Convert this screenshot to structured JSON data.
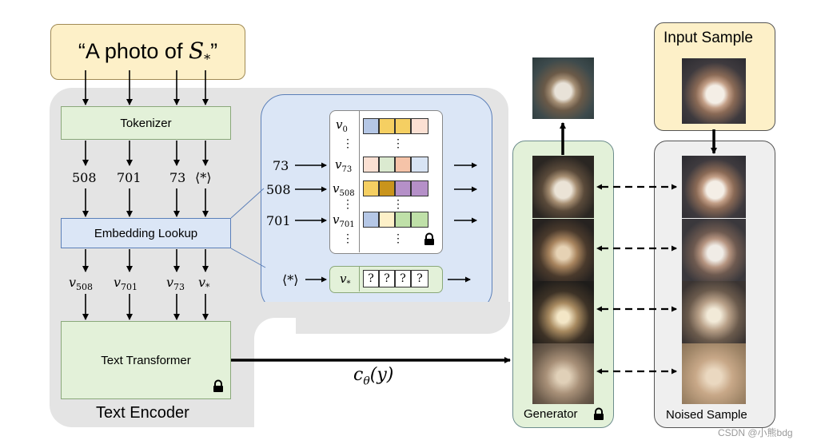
{
  "prompt": {
    "text_prefix": "“A photo of ",
    "symbol": "S",
    "subscript": "*",
    "text_suffix": "”"
  },
  "tokenizer": {
    "label": "Tokenizer"
  },
  "token_ids": [
    "508",
    "701",
    "73",
    "⟨*⟩"
  ],
  "embedding_lookup": {
    "label": "Embedding Lookup"
  },
  "embeddings": [
    {
      "base": "v",
      "sub": "508"
    },
    {
      "base": "v",
      "sub": "701"
    },
    {
      "base": "v",
      "sub": "73"
    },
    {
      "base": "v",
      "sub": "*"
    }
  ],
  "text_transformer": {
    "label": "Text Transformer"
  },
  "text_encoder": {
    "label": "Text Encoder"
  },
  "table": {
    "rows": [
      {
        "input": "",
        "base": "v",
        "sub": "0"
      },
      {
        "input": "73",
        "base": "v",
        "sub": "73"
      },
      {
        "input": "508",
        "base": "v",
        "sub": "508"
      },
      {
        "input": "701",
        "base": "v",
        "sub": "701"
      }
    ],
    "ellipsis": "⋮"
  },
  "new_token": {
    "input": "⟨*⟩",
    "base": "v",
    "sub": "*",
    "cells": [
      "?",
      "?",
      "?",
      "?"
    ]
  },
  "conditioning": {
    "base": "c",
    "sub": "θ",
    "arg": "(y)"
  },
  "generator": {
    "label": "Generator"
  },
  "input_sample": {
    "label": "Input Sample"
  },
  "noised_sample": {
    "label": "Noised Sample"
  },
  "watermark": "CSDN @小熊bdg",
  "colors": {
    "prompt_fill": "#fdf0c8",
    "green_fill": "#e3f1d9",
    "blue_fill": "#dbe6f6",
    "encoder_panel": "#e4e4e4",
    "noised_panel": "#efefef"
  }
}
